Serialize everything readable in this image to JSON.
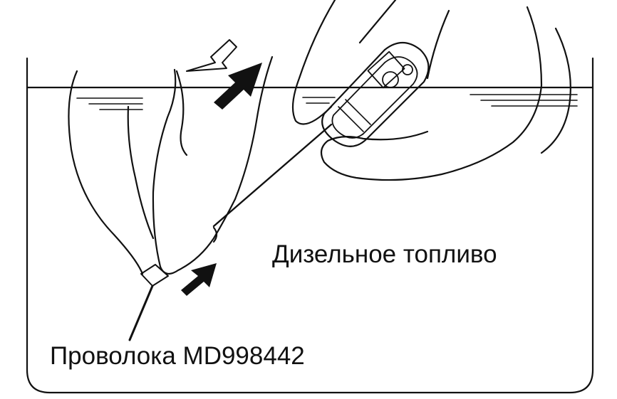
{
  "labels": {
    "fuel": "Дизельное топливо",
    "wire": "Проволока MD998442"
  },
  "colors": {
    "line": "#111111",
    "background": "#ffffff",
    "outline_arrow_fill": "#ffffff"
  },
  "icons": {
    "push_arrow": "solid-arrow",
    "pull_arrow": "outline-arrow"
  }
}
